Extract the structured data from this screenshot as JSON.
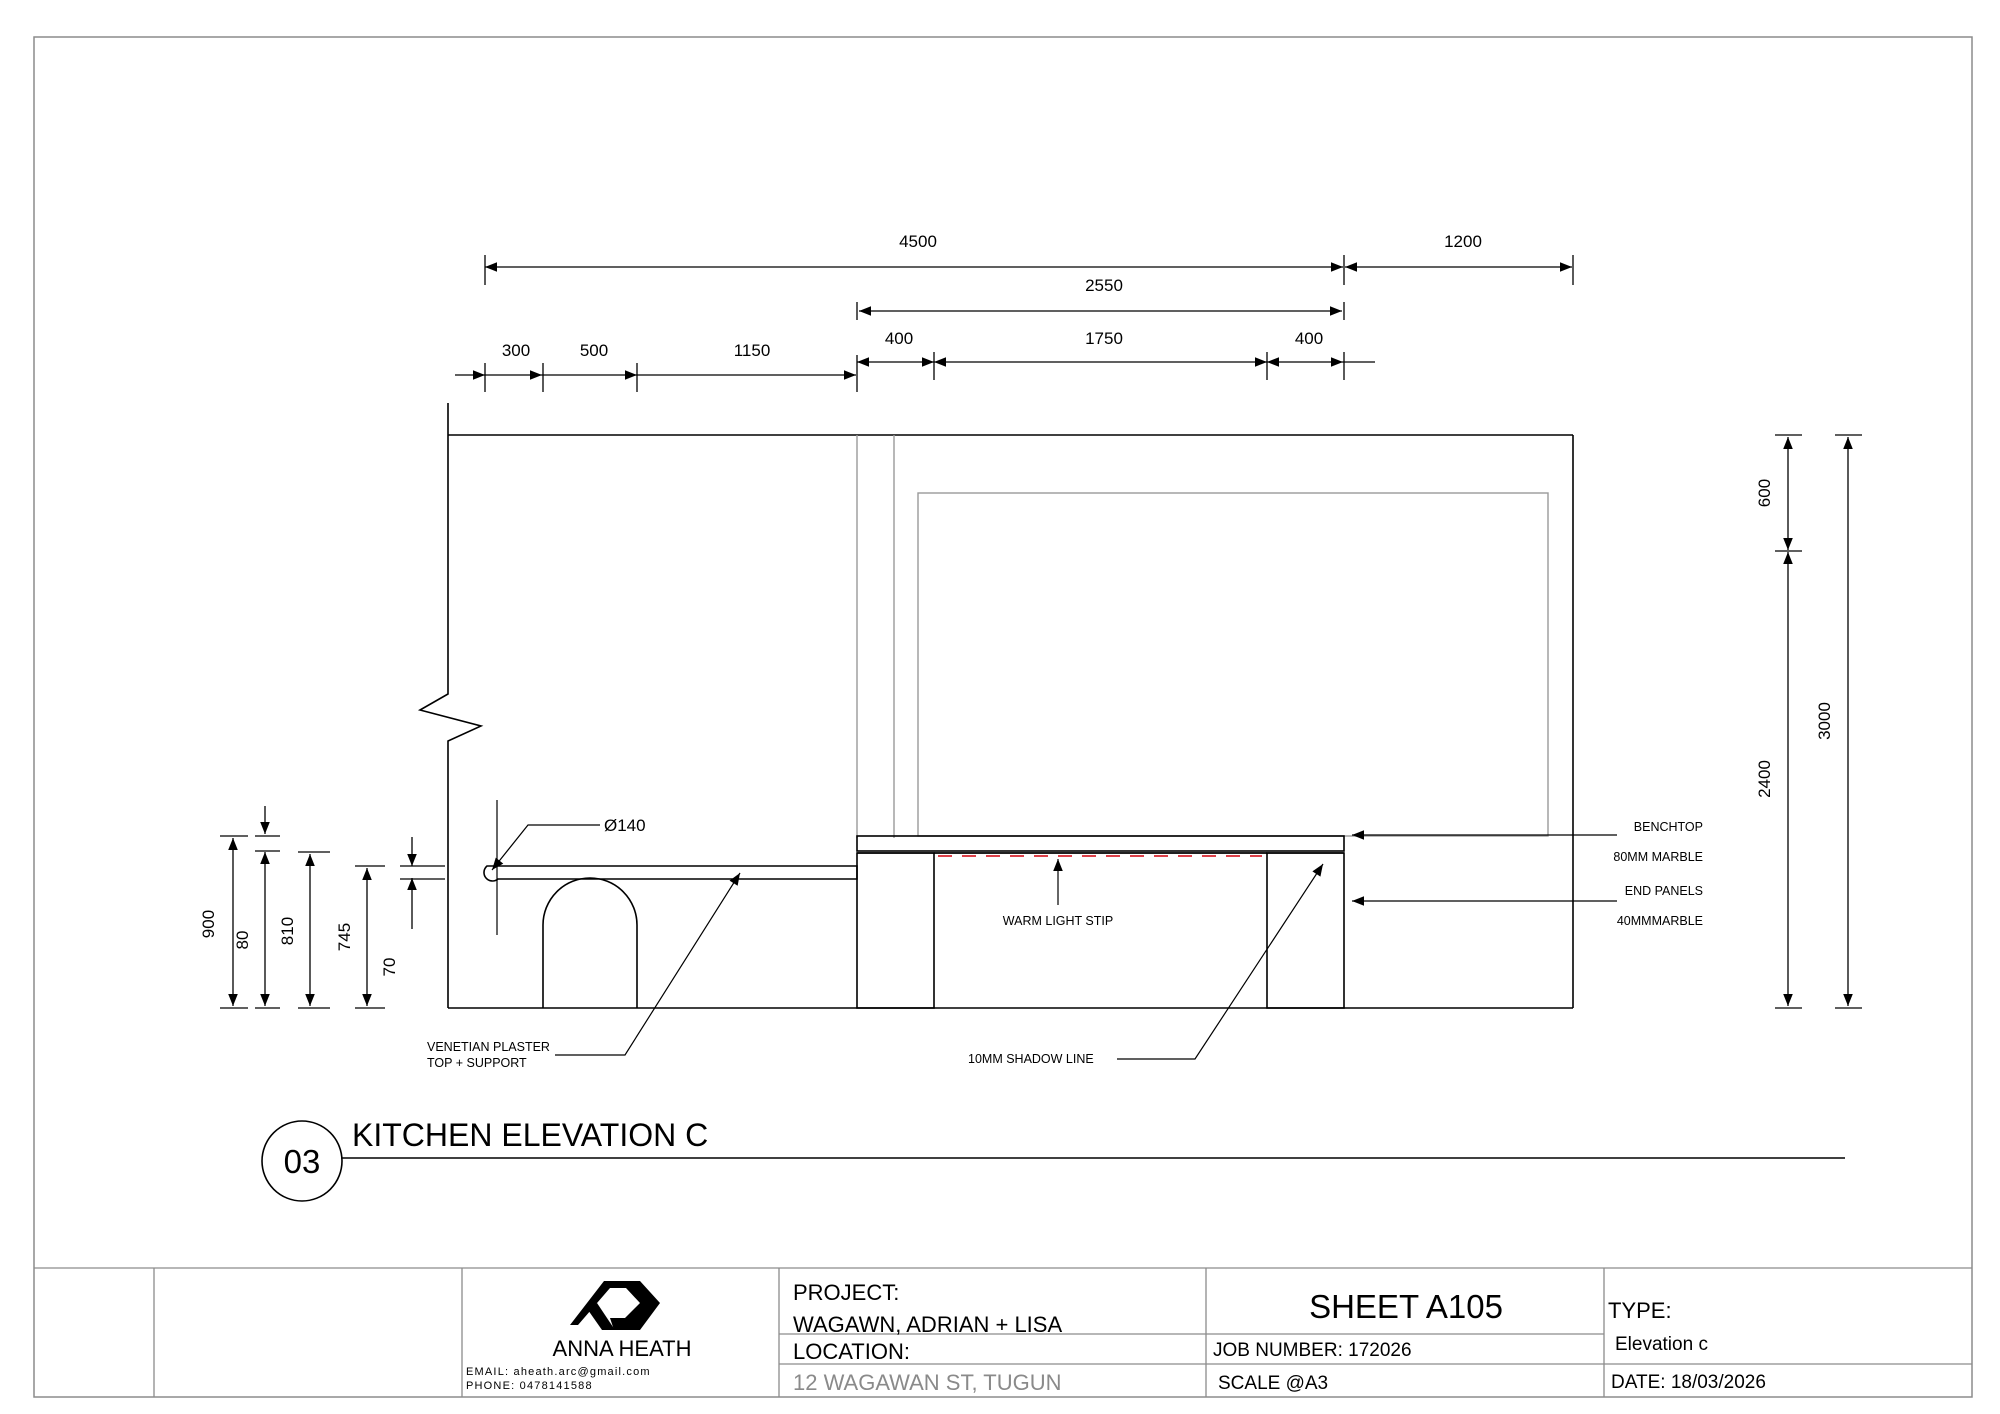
{
  "drawing": {
    "number": "03",
    "title": "KITCHEN ELEVATION C",
    "dimensions": {
      "overall": "4500",
      "right_ext": "1200",
      "island": "2550",
      "d300": "300",
      "d500": "500",
      "d1150": "1150",
      "d400a": "400",
      "d1750": "1750",
      "d400b": "400",
      "v600": "600",
      "v2400": "2400",
      "v3000": "3000",
      "v900": "900",
      "v80": "80",
      "v810": "810",
      "v745": "745",
      "v70": "70",
      "diameter": "Ø140"
    },
    "notes": {
      "benchtop_1": "BENCHTOP",
      "benchtop_2": "80MM MARBLE",
      "end_panels_1": "END PANELS",
      "end_panels_2": "40MMMARBLE",
      "warm_light": "WARM LIGHT STIP",
      "plaster_1": "VENETIAN PLASTER",
      "plaster_2": "TOP + SUPPORT",
      "shadow_line": "10MM SHADOW LINE"
    }
  },
  "title_block": {
    "designer": "ANNA HEATH",
    "email": "EMAIL: aheath.arc@gmail.com",
    "phone": "PHONE: 0478141588",
    "project_label": "PROJECT:",
    "project_value": "WAGAWN, ADRIAN + LISA",
    "location_label": "LOCATION:",
    "location_value": "12 WAGAWAN ST, TUGUN",
    "sheet": "SHEET A105",
    "job_number": "JOB NUMBER: 172026",
    "scale": "SCALE @A3",
    "type_label": "TYPE:",
    "type_value": "Elevation c",
    "date": "DATE: 18/03/2026"
  },
  "colors": {
    "line": "#000000",
    "light_line": "#9a9a9a",
    "light_strip": "#d8262e"
  }
}
